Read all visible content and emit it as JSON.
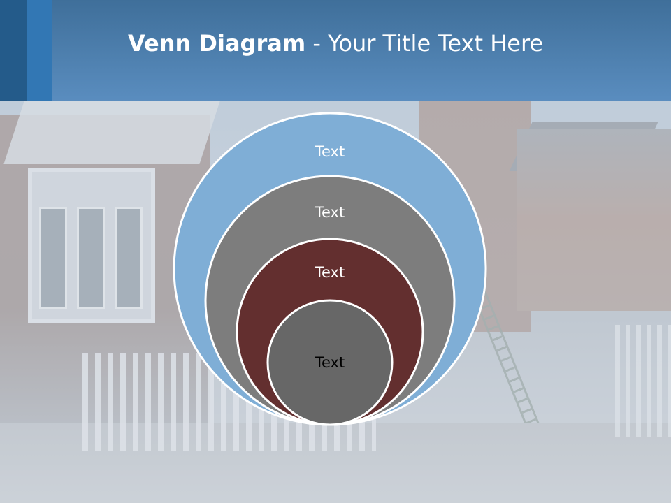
{
  "slide": {
    "title_bold": "Venn Diagram",
    "title_rest": " - Your Title Text Here"
  },
  "venn": {
    "circles": [
      {
        "label": "Text",
        "fill": "#7faed6",
        "text_color": "#ffffff"
      },
      {
        "label": "Text",
        "fill": "#7d7d7d",
        "text_color": "#ffffff"
      },
      {
        "label": "Text",
        "fill": "#632f2f",
        "text_color": "#ffffff"
      },
      {
        "label": "Text",
        "fill": "#676767",
        "text_color": "#000000"
      }
    ]
  },
  "colors": {
    "header": "#4a7fb0",
    "accent_dark": "#245b8a",
    "accent": "#3277b4"
  }
}
